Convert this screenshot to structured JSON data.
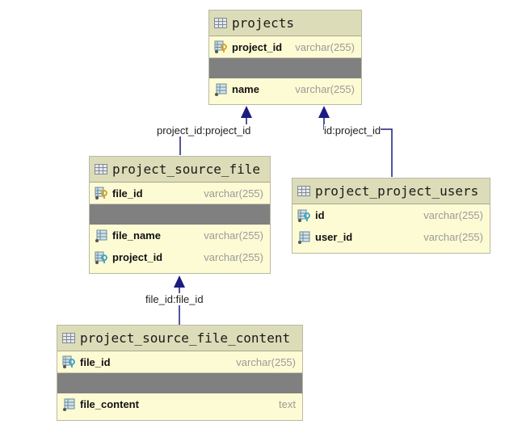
{
  "tables": {
    "projects": {
      "title": "projects",
      "pk": {
        "name": "project_id",
        "type": "varchar(255)"
      },
      "columns": [
        {
          "name": "name",
          "type": "varchar(255)"
        }
      ]
    },
    "project_source_file": {
      "title": "project_source_file",
      "pk": {
        "name": "file_id",
        "type": "varchar(255)"
      },
      "columns": [
        {
          "name": "file_name",
          "type": "varchar(255)"
        },
        {
          "name": "project_id",
          "type": "varchar(255)"
        }
      ]
    },
    "project_project_users": {
      "title": "project_project_users",
      "columns": [
        {
          "name": "id",
          "type": "varchar(255)"
        },
        {
          "name": "user_id",
          "type": "varchar(255)"
        }
      ]
    },
    "project_source_file_content": {
      "title": "project_source_file_content",
      "pk": {
        "name": "file_id",
        "type": "varchar(255)"
      },
      "columns": [
        {
          "name": "file_content",
          "type": "text"
        }
      ]
    }
  },
  "links": {
    "psf_to_projects": "project_id:project_id",
    "ppu_to_projects": "id:project_id",
    "psfc_to_psf": "file_id:file_id"
  },
  "colors": {
    "line": "#1c1c80",
    "header": "#dcdcb8",
    "body": "#fdfbd4",
    "separator": "#808080"
  }
}
